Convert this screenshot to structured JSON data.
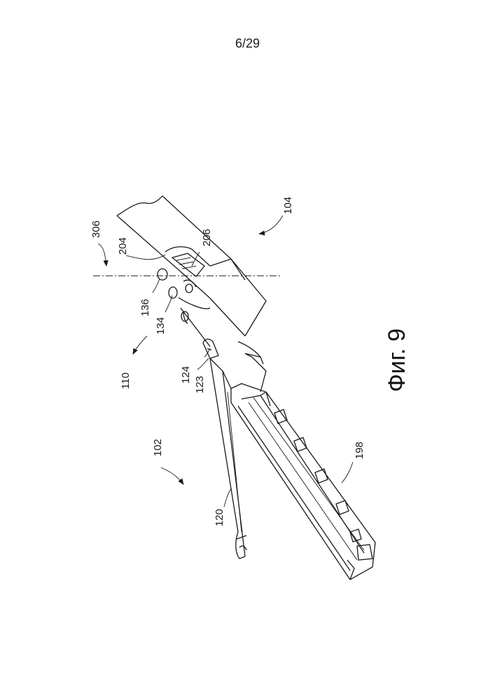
{
  "page": {
    "number": "6/29"
  },
  "figure": {
    "caption": "Фиг. 9",
    "labels": {
      "r306": "306",
      "r204": "204",
      "r206": "206",
      "r104": "104",
      "r136": "136",
      "r134": "134",
      "r110": "110",
      "r124": "124",
      "r123": "123",
      "r102": "102",
      "r120": "120",
      "r198": "198"
    }
  }
}
